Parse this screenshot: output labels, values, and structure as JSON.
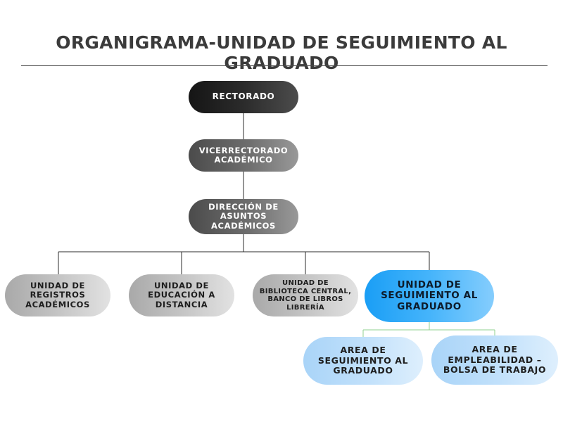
{
  "title": "ORGANIGRAMA-UNIDAD DE SEGUIMIENTO AL GRADUADO",
  "colors": {
    "title": "#3b3b3b",
    "connector": "#2b2b2b",
    "connector_highlight": "#8fd18f",
    "highlight_node": "#45b4fb"
  },
  "nodes": {
    "rectorado": "RECTORADO",
    "vicerrectorado": "VICERRECTORADO\nACADÉMICO",
    "direccion": "DIRECCIÓN DE\nASUNTOS\nACADÉMICOS",
    "registros": "UNIDAD DE\nREGISTROS\nACADÉMICOS",
    "educacion": "UNIDAD DE\nEDUCACIÓN A\nDISTANCIA",
    "biblioteca": "UNIDAD DE\nBIBLIOTECA CENTRAL,\nBANCO DE LIBROS\nLIBRERÍA",
    "seguimiento": "UNIDAD DE\nSEGUIMIENTO AL\nGRADUADO",
    "area_seguimiento": "AREA DE\nSEGUIMIENTO AL\nGRADUADO",
    "empleabilidad": "AREA DE\nEMPLEABILIDAD –\nBOLSA DE TRABAJO"
  },
  "edges": [
    [
      "rectorado",
      "vicerrectorado"
    ],
    [
      "vicerrectorado",
      "direccion"
    ],
    [
      "direccion",
      "registros"
    ],
    [
      "direccion",
      "educacion"
    ],
    [
      "direccion",
      "biblioteca"
    ],
    [
      "direccion",
      "seguimiento"
    ],
    [
      "seguimiento",
      "area_seguimiento"
    ],
    [
      "seguimiento",
      "empleabilidad"
    ]
  ]
}
